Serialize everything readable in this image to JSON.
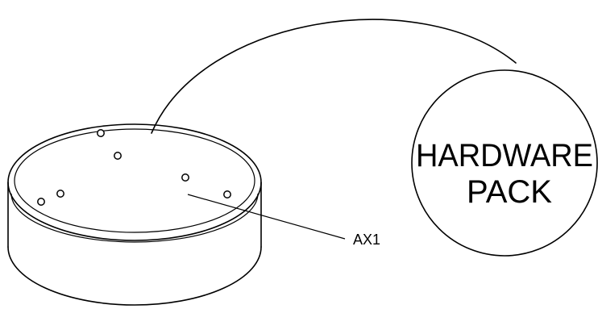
{
  "part": {
    "label": "AX1"
  },
  "hardware_pack": {
    "line1": "HARDWARE",
    "line2": "PACK"
  },
  "colors": {
    "ink": "#000000",
    "paper": "#ffffff"
  }
}
